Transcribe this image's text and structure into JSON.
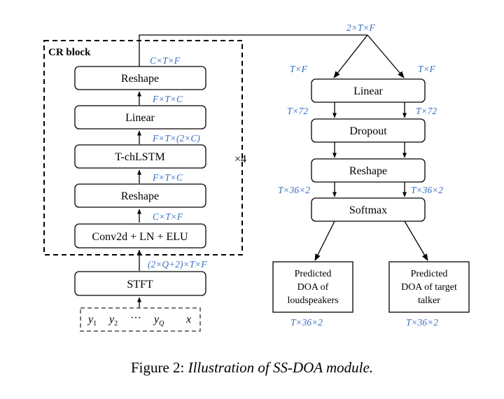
{
  "cr_block": {
    "title": "CR block",
    "repeat": "×4",
    "boxes": {
      "reshape_top": "Reshape",
      "linear": "Linear",
      "tchlstm": "T-chLSTM",
      "reshape_bottom": "Reshape",
      "conv": "Conv2d + LN + ELU"
    },
    "dims": {
      "top": "C×T×F",
      "after_linear": "F×T×C",
      "after_lstm": "F×T×(2×C)",
      "after_reshape": "F×T×C",
      "after_conv": "C×T×F"
    }
  },
  "stft": {
    "label": "STFT",
    "out_dim": "(2×Q+2)×T×F"
  },
  "inputs": {
    "y1": "y",
    "y1_sub": "1",
    "y2": "y",
    "y2_sub": "2",
    "dots": "···",
    "yq": "y",
    "yq_sub": "Q",
    "x": "x"
  },
  "doa_head": {
    "split_dim": "2×T×F",
    "left_in": "T×F",
    "right_in": "T×F",
    "boxes": {
      "linear": "Linear",
      "dropout": "Dropout",
      "reshape": "Reshape",
      "softmax": "Softmax"
    },
    "dims": {
      "linear_out_left": "T×72",
      "linear_out_right": "T×72",
      "reshape_out_left": "T×36×2",
      "reshape_out_right": "T×36×2"
    },
    "outputs": {
      "left": [
        "Predicted",
        "DOA of",
        "loudspeakers"
      ],
      "right": [
        "Predicted",
        "DOA of target",
        "talker"
      ],
      "left_dim": "T×36×2",
      "right_dim": "T×36×2"
    }
  },
  "caption": {
    "prefix": "Figure 2: ",
    "text": "Illustration of SS-DOA module."
  }
}
